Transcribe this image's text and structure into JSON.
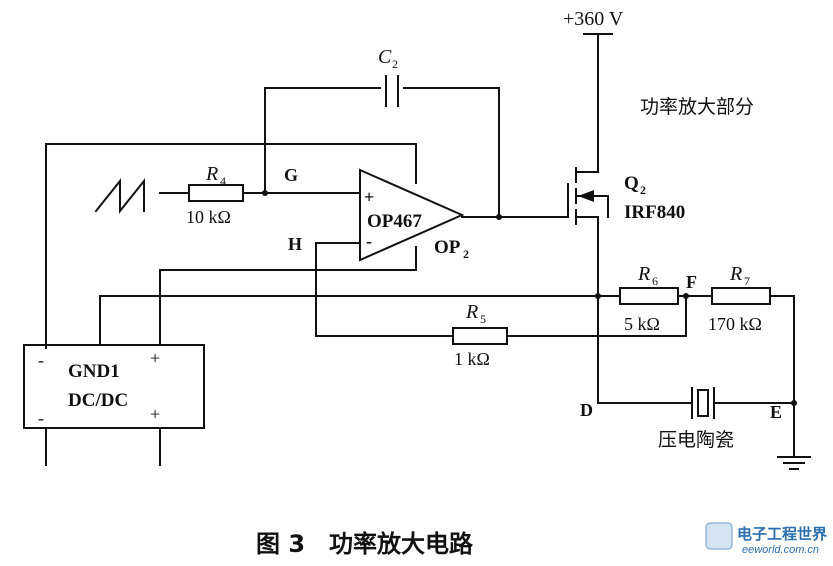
{
  "supply": {
    "label": "+360 V"
  },
  "section": {
    "label": "功率放大部分"
  },
  "capacitor_c2": {
    "sym": "C",
    "sub": "2"
  },
  "resistor_r4": {
    "sym": "R",
    "sub": "4",
    "value": "10 kΩ"
  },
  "resistor_r5": {
    "sym": "R",
    "sub": "5",
    "value": "1 kΩ"
  },
  "resistor_r6": {
    "sym": "R",
    "sub": "6",
    "value": "5 kΩ"
  },
  "resistor_r7": {
    "sym": "R",
    "sub": "7",
    "value": "170 kΩ"
  },
  "opamp": {
    "model": "OP467",
    "name": "OP",
    "sub": "2",
    "plus": "+",
    "minus": "-"
  },
  "mosfet": {
    "name": "Q",
    "sub": "2",
    "model": "IRF840"
  },
  "nodes": {
    "g": "G",
    "h": "H",
    "f": "F",
    "d": "D",
    "e": "E"
  },
  "dcdc": {
    "line1": "GND1",
    "line2": "DC/DC",
    "minus": "-",
    "plus": "+"
  },
  "piezo": {
    "label": "压电陶瓷"
  },
  "caption": {
    "label": "图 3　功率放大电路"
  },
  "watermark": {
    "title": "电子工程世界",
    "url": "eeworld.com.cn"
  }
}
